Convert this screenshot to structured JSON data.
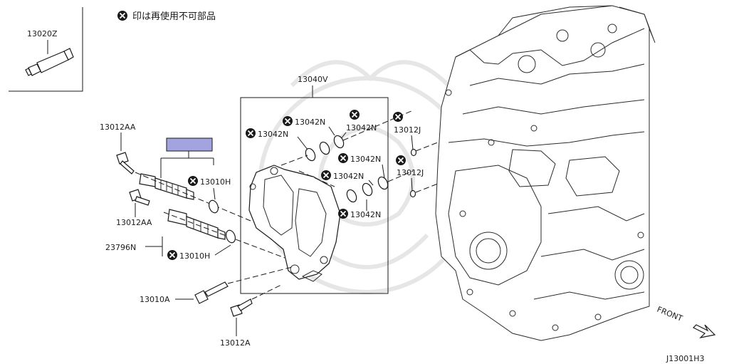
{
  "note": {
    "text": "印は再使用不可部品"
  },
  "labels": {
    "tube": "13020Z",
    "cover_assy": "13040V",
    "bolt_aa_upper": "13012AA",
    "bolt_aa_lower": "13012AA",
    "solenoid": "23796N",
    "oring_h_upper": "13010H",
    "oring_h_lower": "13010H",
    "seal_n_1": "13042N",
    "seal_n_2": "13042N",
    "seal_n_3": "13042N",
    "seal_n_4": "13042N",
    "seal_n_5": "13042N",
    "seal_n_6": "13042N",
    "seal_j_1": "13012J",
    "seal_j_2": "13012J",
    "bolt_10a": "13010A",
    "bolt_12a": "13012A",
    "front": "FRONT",
    "diagram_code": "J13001H3"
  },
  "colors": {
    "highlight": "#a3a3e0",
    "ink": "#1a1a1a",
    "watermark": "#e6e6e6"
  }
}
